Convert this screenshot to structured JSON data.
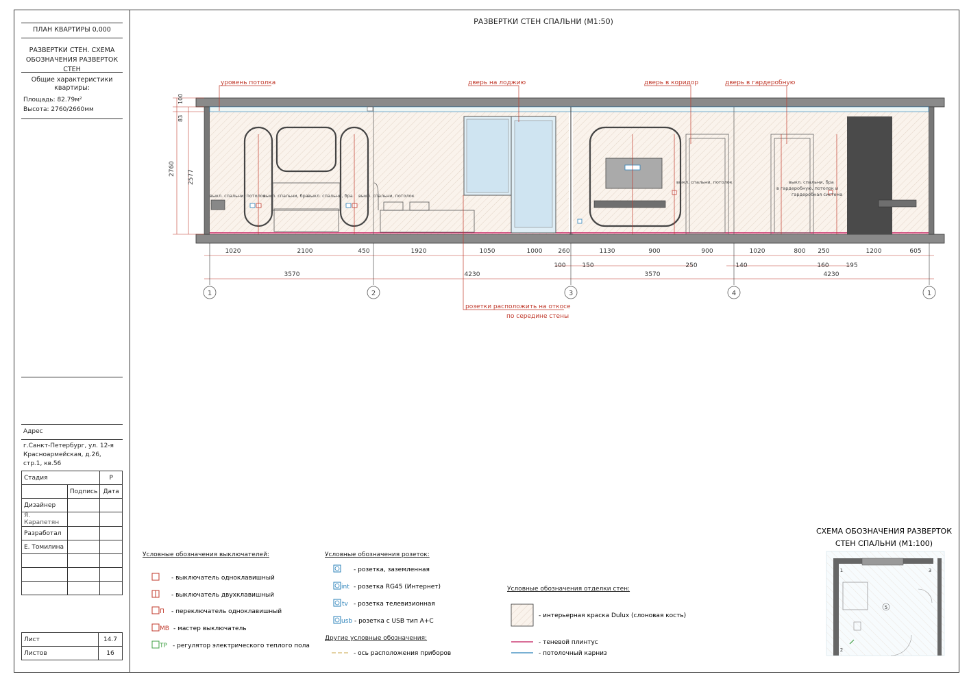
{
  "sidebar": {
    "plan_title": "ПЛАН КВАРТИРЫ 0,000",
    "sheet_title": "РАЗВЕРТКИ СТЕН. СХЕМА ОБОЗНАЧЕНИЯ РАЗВЕРТОК СТЕН",
    "characteristics_title": "Общие характеристики квартиры:",
    "area_label": "Площадь: 82.79м²",
    "height_label": "Высота: 2760/2660мм",
    "address_label": "Адрес",
    "address_value": "г.Санкт-Петербург, ул. 12-я Красноармейская, д.26, стр.1, кв.56",
    "stage_label": "Стадия",
    "stage_value": "Р",
    "signature_label": "Подпись",
    "date_label": "Дата",
    "designer_label": "Дизайнер",
    "designer_name": "Я. Карапетян",
    "developed_label": "Разработал",
    "developed_name": "Е. Томилина",
    "sheet_label": "Лист",
    "sheet_value": "14.7",
    "sheets_label": "Листов",
    "sheets_value": "16"
  },
  "drawing": {
    "title": "РАЗВЕРТКИ СТЕН СПАЛЬНИ (М1:50)",
    "callouts": {
      "ceiling": "уровень потолка",
      "loggia_door": "дверь на лоджию",
      "corridor_door": "дверь в коридор",
      "wardrobe_door": "дверь в гардеробную",
      "sockets_note_1": "розетки расположить на откосе",
      "sockets_note_2": "по середине стены"
    },
    "small_labels": {
      "sw_ceiling_1": "выкл. спальни, потолок",
      "sw_sconce_1": "выкл. спальни, бра",
      "sw_sconce_2": "выкл. спальни, бра",
      "sw_ceiling_2": "выкл. спальни, потолок",
      "sw_ceiling_3": "выкл. спальни, потолок",
      "sw_wardrobe_1": "выкл. спальни, бра",
      "sw_wardrobe_2": "в гардеробную, потолок и",
      "sw_wardrobe_3": "гардеробная система"
    },
    "height_dims": [
      "100",
      "83",
      "2760",
      "2577"
    ],
    "segment_dims": [
      "1020",
      "2100",
      "450",
      "1920",
      "1050",
      "1000",
      "260",
      "1130",
      "900",
      "900",
      "1020",
      "800",
      "250",
      "1200",
      "605"
    ],
    "small_dims": [
      "100",
      "150",
      "250",
      "140",
      "160",
      "195"
    ],
    "wall_dims": [
      "3570",
      "4230",
      "3570",
      "4230"
    ],
    "axes": [
      "1",
      "2",
      "3",
      "4",
      "1"
    ]
  },
  "legend_switches": {
    "title": "Условные обозначения выключателей:",
    "items": [
      {
        "code": "",
        "text": "- выключатель одноклавишный"
      },
      {
        "code": "",
        "text": "- выключатель двухклавишный"
      },
      {
        "code": "П",
        "text": "- переключатель одноклавишный"
      },
      {
        "code": "MB",
        "text": "- мастер выключатель"
      },
      {
        "code": "TP",
        "text": "- регулятор электрического теплого пола"
      }
    ]
  },
  "legend_sockets": {
    "title": "Условные обозначения розеток:",
    "items": [
      {
        "code": "",
        "text": "- розетка, заземленная"
      },
      {
        "code": "int",
        "text": "- розетка RG45 (Интернет)"
      },
      {
        "code": "tv",
        "text": "- розетка телевизионная"
      },
      {
        "code": "usb",
        "text": "- розетка с USB тип A+C"
      }
    ],
    "other_title": "Другие условные обозначения:",
    "other_item": "- ось расположения приборов"
  },
  "legend_finish": {
    "title": "Условные обозначения отделки стен:",
    "paint": "- интерьерная краска Dulux (слоновая кость)",
    "plinth": "- теневой плинтус",
    "cornice": "- потолочный карниз"
  },
  "scheme": {
    "title_1": "СХЕМА ОБОЗНАЧЕНИЯ РАЗВЕРТОК",
    "title_2": "СТЕН СПАЛЬНИ (М1:100)",
    "marks": [
      "1",
      "2",
      "3",
      "5"
    ]
  },
  "colors": {
    "red": "#c0392b",
    "blue": "#2980b9",
    "magenta": "#c2185b",
    "green": "#43a047",
    "dark": "#555555",
    "line": "#333333"
  }
}
